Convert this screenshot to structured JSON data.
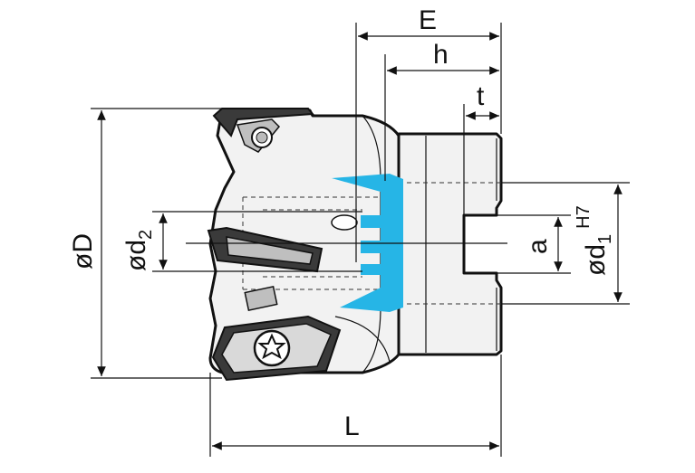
{
  "labels": {
    "E": "E",
    "h": "h",
    "t": "t",
    "D": "øD",
    "d2": "ød",
    "d2_sub": "2",
    "a": "a",
    "d1": "ød",
    "d1_sub": "1",
    "d1_tol": "H7",
    "L": "L"
  },
  "colors": {
    "coolant": "#26b5e6",
    "outline": "#111111",
    "insert": "#3a3a3a"
  }
}
